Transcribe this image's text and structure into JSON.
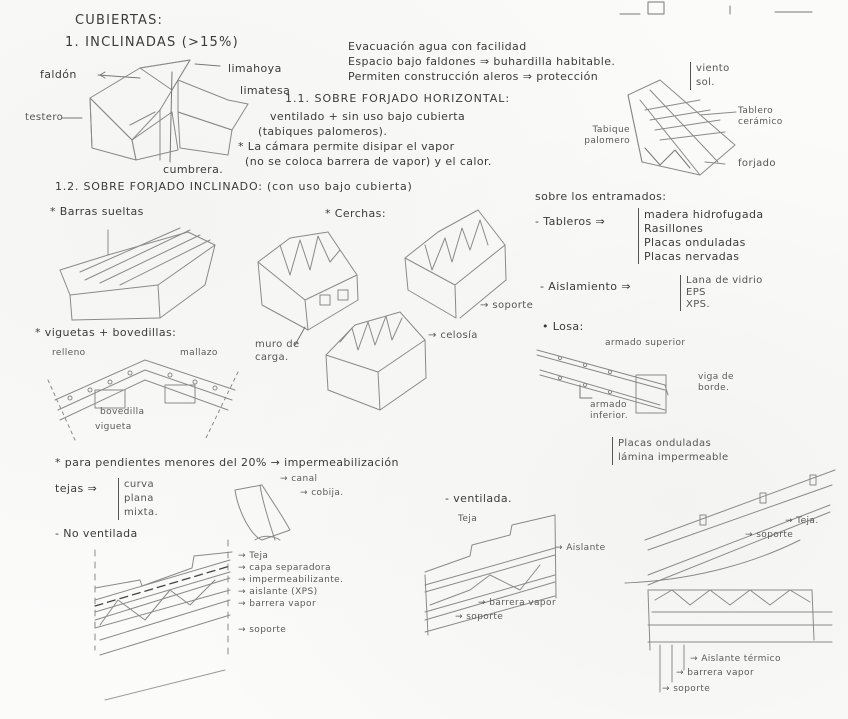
{
  "page": {
    "title": "CUBIERTAS:",
    "section_1": "1. INCLINADAS (>15%)"
  },
  "roof_diagram": {
    "labels": {
      "falda": "faldón",
      "limahoya": "limahoya",
      "limatesa": "limatesa",
      "testero": "testero",
      "cumbrera": "cumbrera."
    }
  },
  "advantages": [
    "Evacuación agua con facilidad",
    "Espacio bajo faldones ⇒ buhardilla habitable.",
    "Permiten construcción aleros ⇒ protección"
  ],
  "protection_brace": [
    "viento",
    "sol."
  ],
  "section_1_1": {
    "title": "1.1. SOBRE FORJADO HORIZONTAL:",
    "lines": [
      "ventilado + sin uso bajo cubierta",
      "(tabiques palomeros).",
      "* La cámara permite disipar el vapor",
      "(no se coloca barrera de vapor) y el calor."
    ],
    "diagram_labels": {
      "tablero": "Tablero cerámico",
      "tabique": "Tabique palomero",
      "forjado": "forjado"
    }
  },
  "section_1_2": {
    "title": "1.2. SOBRE FORJADO INCLINADO: (con uso bajo cubierta)",
    "items": {
      "barras": "* Barras sueltas",
      "cerchas": "* Cerchas:",
      "viguetas": "* viguetas + bovedillas:",
      "losa": "• Losa:"
    },
    "cerchas_labels": {
      "soporte": "→ soporte",
      "muro": "muro de carga.",
      "celosia": "→ celosía"
    },
    "viguetas_labels": {
      "relleno": "relleno",
      "mallazo": "mallazo",
      "bovedilla": "bovedilla",
      "vigueta": "vigueta"
    },
    "losa_labels": {
      "superior": "armado superior",
      "borde": "viga de borde.",
      "inferior": "armado inferior."
    }
  },
  "entramados": {
    "title": "sobre los entramados:",
    "tableros_label": "- Tableros ⇒",
    "tableros": [
      "madera hidrofugada",
      "Rasillones",
      "Placas onduladas",
      "Placas nervadas"
    ],
    "aislamiento_label": "- Aislamiento ⇒",
    "aislamiento": [
      "Lana de vidrio",
      "EPS",
      "XPS."
    ]
  },
  "low_slope": {
    "text": "* para pendientes menores del 20% → impermeabilización",
    "options": [
      "Placas onduladas",
      "lámina impermeable"
    ]
  },
  "tejas": {
    "label": "tejas ⇒",
    "types": [
      "curva",
      "plana",
      "mixta."
    ],
    "canal": "→ canal",
    "cobija": "→ cobija."
  },
  "no_ventilada": {
    "title": "- No ventilada",
    "layers": [
      "→ Teja",
      "→ capa separadora",
      "→ impermeabilizante.",
      "→ aislante (XPS)",
      "→ barrera vapor",
      "→ soporte"
    ]
  },
  "ventilada": {
    "title": "- ventilada.",
    "labels": {
      "teja": "Teja",
      "aislante": "→ Aislante",
      "barrera": "→ barrera vapor",
      "soporte": "→ soporte"
    }
  },
  "right_detail": {
    "teja": "→ Teja.",
    "soporte": "→ soporte",
    "aislante": "→ Aislante térmico",
    "barrera": "→ barrera vapor",
    "soporte2": "→ soporte"
  }
}
